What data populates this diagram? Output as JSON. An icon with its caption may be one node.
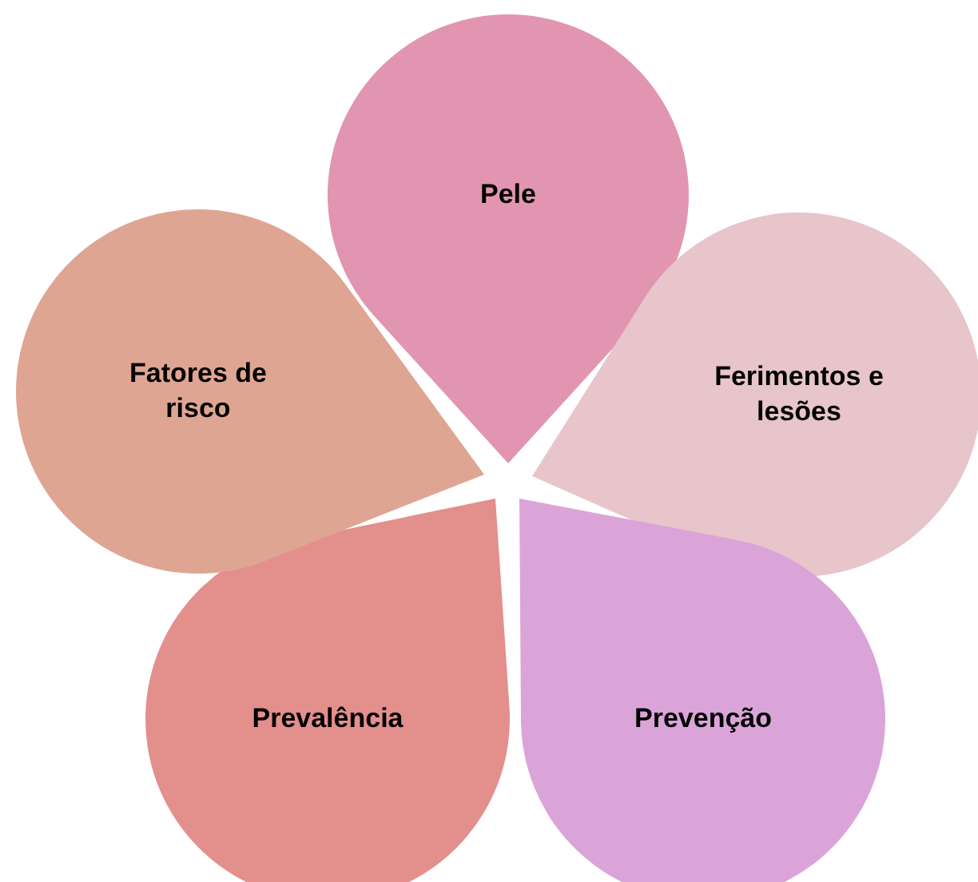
{
  "diagram": {
    "nodes": [
      {
        "text": [
          "Pele"
        ]
      },
      {
        "text": [
          "Ferimentos e lesões"
        ]
      },
      {
        "text": [
          "Prevenção"
        ]
      },
      {
        "text": [
          "Prevalência"
        ]
      },
      {
        "text": [
          "Fatores de risco"
        ]
      }
    ]
  }
}
